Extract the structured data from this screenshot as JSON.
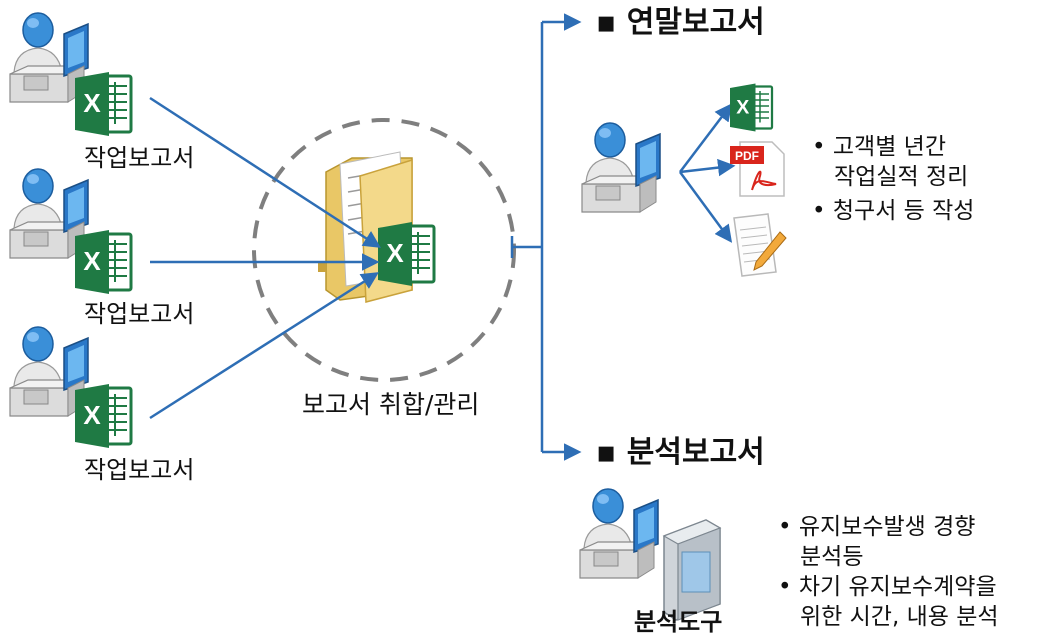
{
  "left": {
    "items": [
      {
        "label": "작업보고서"
      },
      {
        "label": "작업보고서"
      },
      {
        "label": "작업보고서"
      }
    ]
  },
  "center": {
    "label": "보고서 취합/관리"
  },
  "annual": {
    "title": "▪ 연말보고서",
    "pdf_text": "PDF",
    "bullets": [
      {
        "line1": "• 고객별 년간",
        "line2": "작업실적 정리"
      },
      {
        "line1": "• 청구서 등 작성"
      }
    ]
  },
  "analysis": {
    "title": "▪ 분석보고서",
    "tool_label": "분석도구",
    "bullets": [
      {
        "line1": "• 유지보수발생 경향",
        "line2": "분석등"
      },
      {
        "line1": "• 차기 유지보수계약을",
        "line2": "위한 시간, 내용 분석"
      }
    ]
  },
  "colors": {
    "arrow": "#2e6eb5",
    "excel": "#1f7a44",
    "dashed_circle": "#7f7f7f",
    "folder": "#f0d27a",
    "pdf_red": "#d9251c"
  },
  "icons": [
    "user-at-computer-icon",
    "excel-icon",
    "folder-icon",
    "pdf-icon",
    "document-pen-icon",
    "analysis-tool-icon"
  ]
}
